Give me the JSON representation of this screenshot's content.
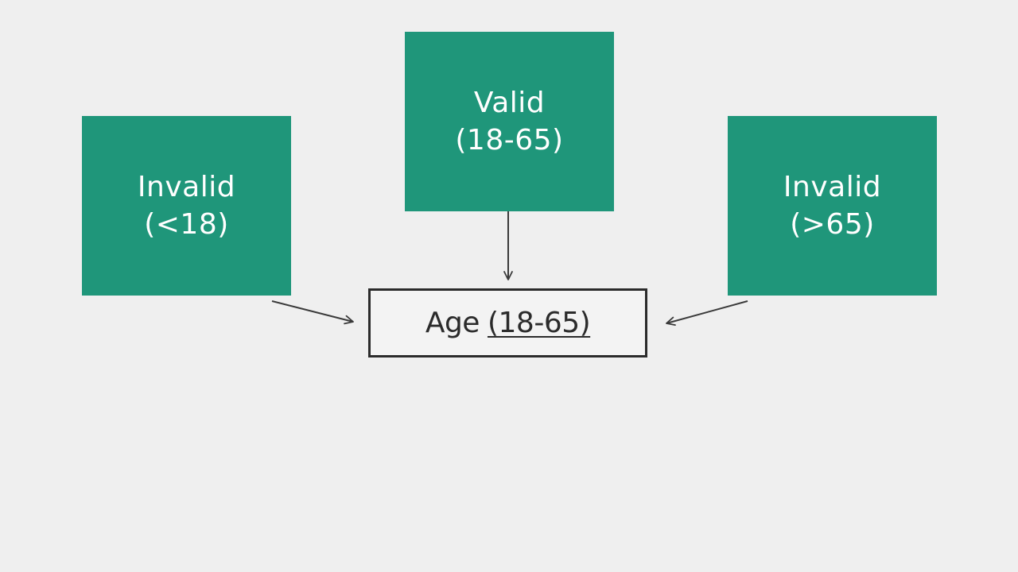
{
  "colors": {
    "box_fill": "#1f967a",
    "box_text": "#ffffff",
    "arrow": "#3a3a3a"
  },
  "nodes": {
    "left": {
      "line1": "Invalid",
      "line2": "(<18)"
    },
    "center_top": {
      "line1": "Valid",
      "line2": "(18-65)"
    },
    "right": {
      "line1": "Invalid",
      "line2": "(>65)"
    },
    "target": {
      "word": "Age",
      "range": "(18-65)"
    }
  }
}
